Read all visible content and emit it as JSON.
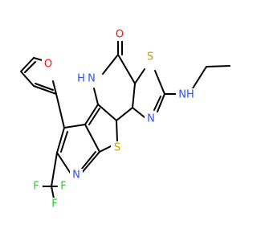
{
  "colors": {
    "carbon": "#000000",
    "oxygen": "#ff0d0d",
    "nitrogen": "#3050f8",
    "sulfur": "#c8a000",
    "fluorine": "#33cc33",
    "background": "#ffffff"
  },
  "atoms": {
    "ketone_oxygen": "O",
    "lactam_nh": "H",
    "lactam_n": "N",
    "thiazole_s": "S",
    "amine_nh": "NH",
    "thiazole_n": "N",
    "furan_o": "O",
    "thiophene_s": "S",
    "pyridine_n": "N",
    "fluorine_1": "F",
    "fluorine_2": "F",
    "fluorine_3": "F"
  }
}
